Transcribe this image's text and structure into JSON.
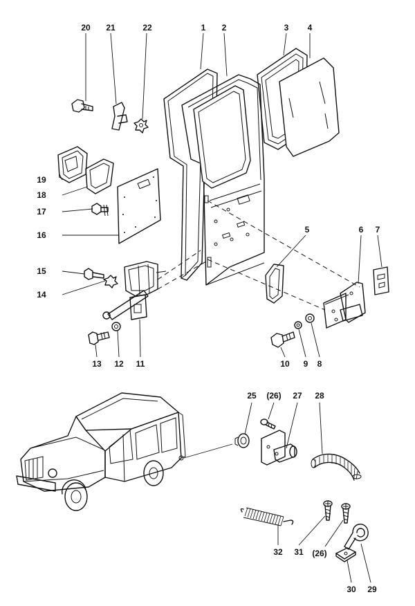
{
  "diagram": {
    "callouts": [
      {
        "id": "1",
        "label": "1"
      },
      {
        "id": "2",
        "label": "2"
      },
      {
        "id": "3",
        "label": "3"
      },
      {
        "id": "4",
        "label": "4"
      },
      {
        "id": "5",
        "label": "5"
      },
      {
        "id": "6",
        "label": "6"
      },
      {
        "id": "7",
        "label": "7"
      },
      {
        "id": "8",
        "label": "8"
      },
      {
        "id": "9",
        "label": "9"
      },
      {
        "id": "10",
        "label": "10"
      },
      {
        "id": "11",
        "label": "11"
      },
      {
        "id": "12",
        "label": "12"
      },
      {
        "id": "13",
        "label": "13"
      },
      {
        "id": "14",
        "label": "14"
      },
      {
        "id": "15",
        "label": "15"
      },
      {
        "id": "16",
        "label": "16"
      },
      {
        "id": "17",
        "label": "17"
      },
      {
        "id": "18",
        "label": "18"
      },
      {
        "id": "19",
        "label": "19"
      },
      {
        "id": "20",
        "label": "20"
      },
      {
        "id": "21",
        "label": "21"
      },
      {
        "id": "22",
        "label": "22"
      },
      {
        "id": "25",
        "label": "25"
      },
      {
        "id": "26a",
        "label": "(26)"
      },
      {
        "id": "27",
        "label": "27"
      },
      {
        "id": "28",
        "label": "28"
      },
      {
        "id": "26b",
        "label": "(26)"
      },
      {
        "id": "29",
        "label": "29"
      },
      {
        "id": "30",
        "label": "30"
      },
      {
        "id": "31",
        "label": "31"
      },
      {
        "id": "32",
        "label": "32"
      }
    ]
  }
}
